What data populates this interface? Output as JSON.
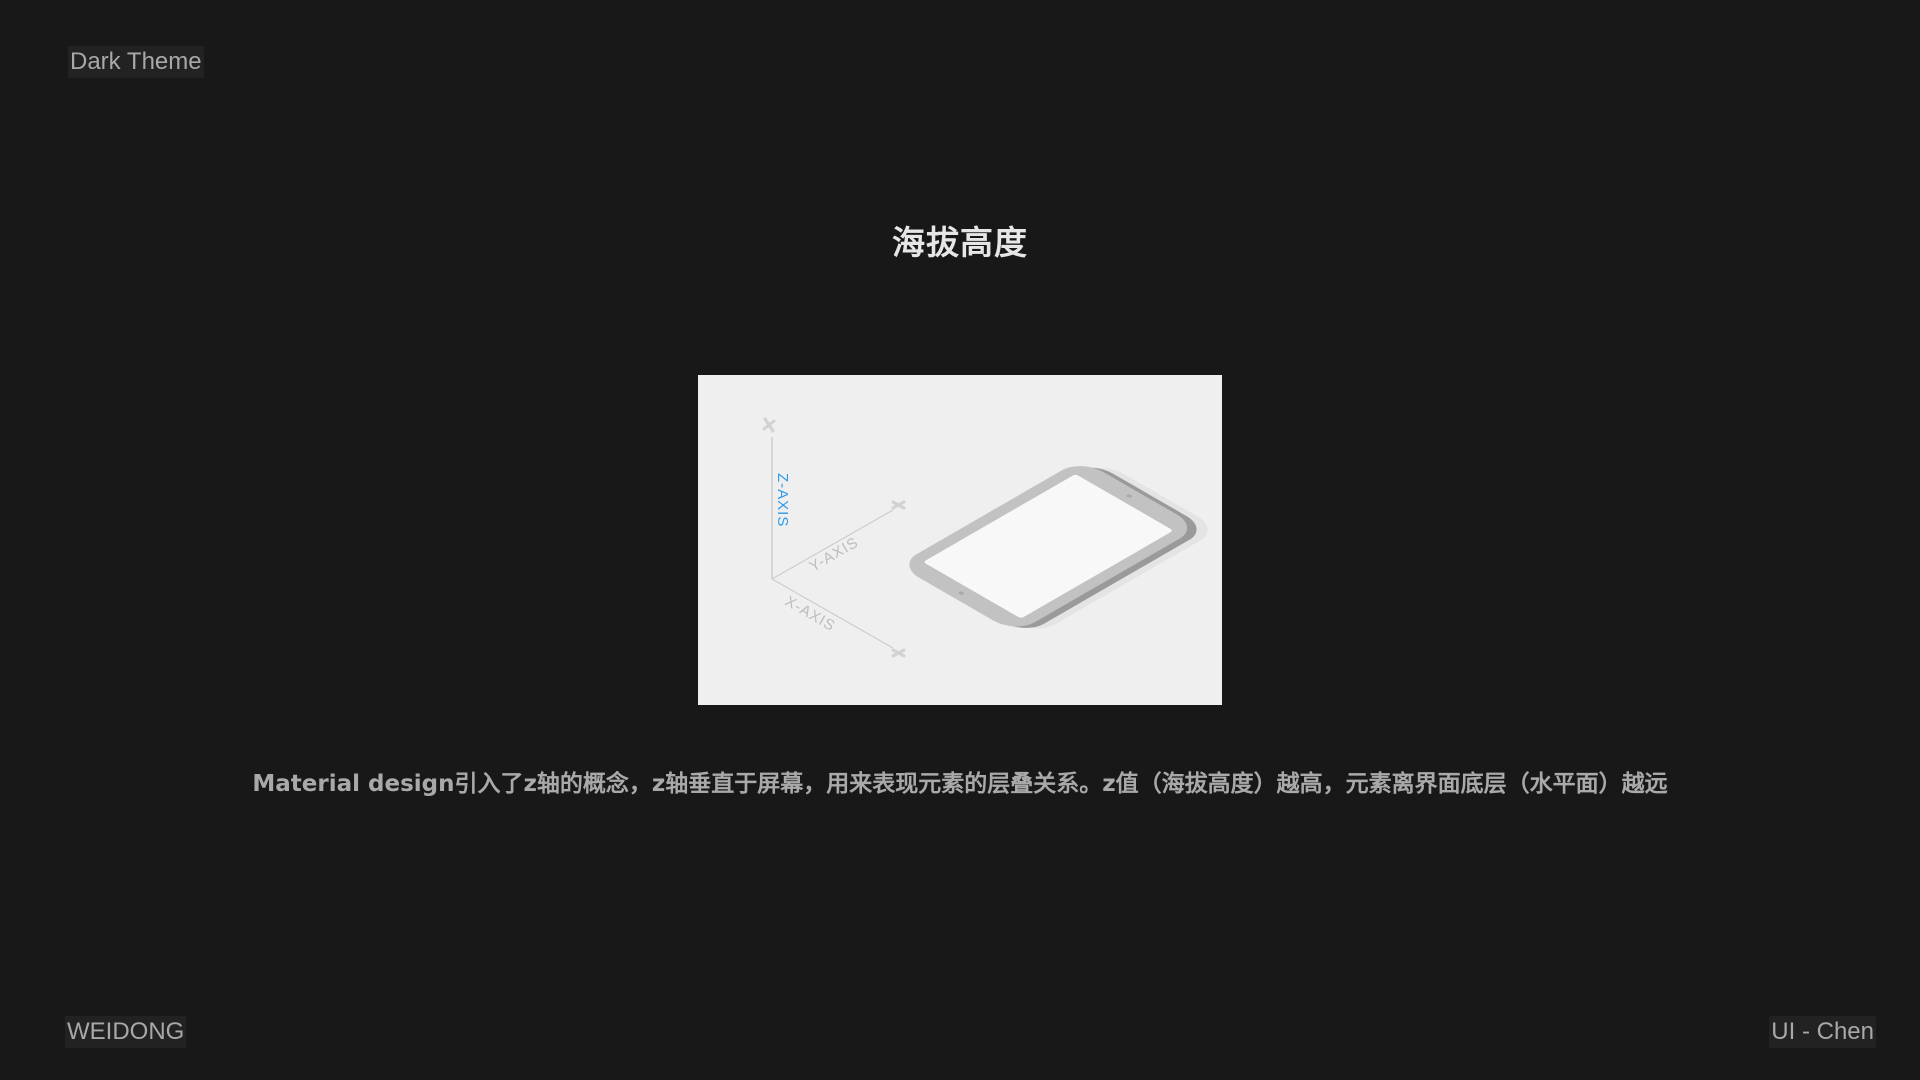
{
  "header": {
    "theme_label": "Dark Theme"
  },
  "slide": {
    "title": "海拔高度",
    "description": "Material design引入了z轴的概念，z轴垂直于屏幕，用来表现元素的层叠关系。z值（海拔高度）越高，元素离界面底层（水平面）越远"
  },
  "illustration": {
    "z_axis_label": "Z-AXIS",
    "y_axis_label": "Y-AXIS",
    "x_axis_label": "X-AXIS",
    "z_axis_color": "#2f9ae8",
    "axis_color": "#b8b8b8",
    "device_icon": "smartphone-icon"
  },
  "footer": {
    "author_left": "WEIDONG",
    "author_right": "UI - Chen"
  },
  "colors": {
    "background": "#181818",
    "card_background": "#efefef",
    "title": "#e6e6e6",
    "body_text": "#a9a9a9"
  }
}
